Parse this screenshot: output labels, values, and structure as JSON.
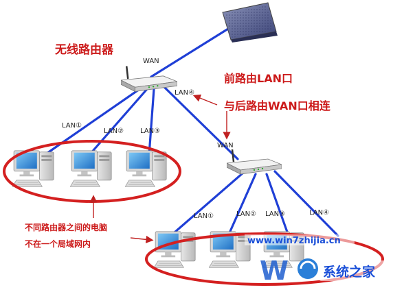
{
  "labels": {
    "wireless_router": "无线路由器",
    "front_router_lan": "前路由LAN口",
    "connect_rear_wan": "与后路由WAN口相连",
    "note_line1": "不同路由器之间的电脑",
    "note_line2": "不在一个局域网内",
    "wan_top": "WAN",
    "wan_bottom": "WAN",
    "lan4_top": "LAN④",
    "lan1_top": "LAN①",
    "lan2_top": "LAN②",
    "lan3_top": "LAN③",
    "lan1_bottom": "LAN①",
    "lan2_bottom": "LAN②",
    "lan3_bottom": "LAN③",
    "lan4_bottom": "LAN④"
  },
  "watermark": {
    "url": "www.win7zhijia.cn",
    "brand": "系统之家",
    "logo_letters": "W"
  },
  "colors": {
    "cable": "#1f3fd6",
    "ellipse": "#d42020",
    "label_red": "#cc1a1a",
    "arrow": "#c02020"
  }
}
